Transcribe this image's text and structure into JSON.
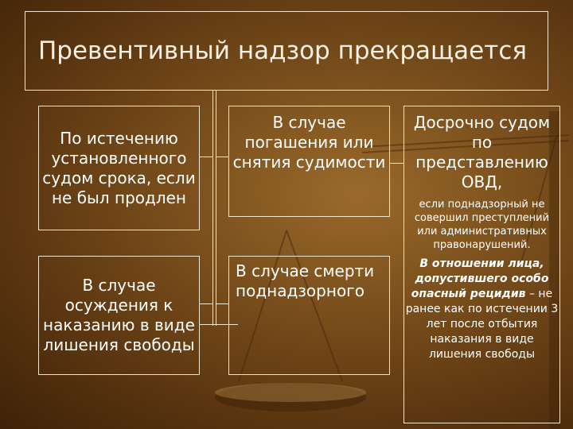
{
  "title": "Превентивный надзор прекращается",
  "boxes": {
    "term": "По истечению установленного судом срока, если не был продлен",
    "record": "В случае погашения или снятия судимости",
    "conviction": "В случае осуждения к наказанию в виде лишения свободы",
    "death": "В случае смерти поднадзорного",
    "early_title": "Досрочно судом по представлению ОВД,",
    "early_condition": "если поднадзорный не совершил  преступлений или административных правонарушений.",
    "early_bold": "В отношении лица, допустившего особо опасный рецидив",
    "early_rest": " – не ранее как по истечении 3 лет после отбытия наказания в виде лишения свободы"
  },
  "colors": {
    "background": "#7a4f1c",
    "border": "#f3e7d2",
    "text": "#ffffff"
  },
  "decoration": "scales-of-justice"
}
